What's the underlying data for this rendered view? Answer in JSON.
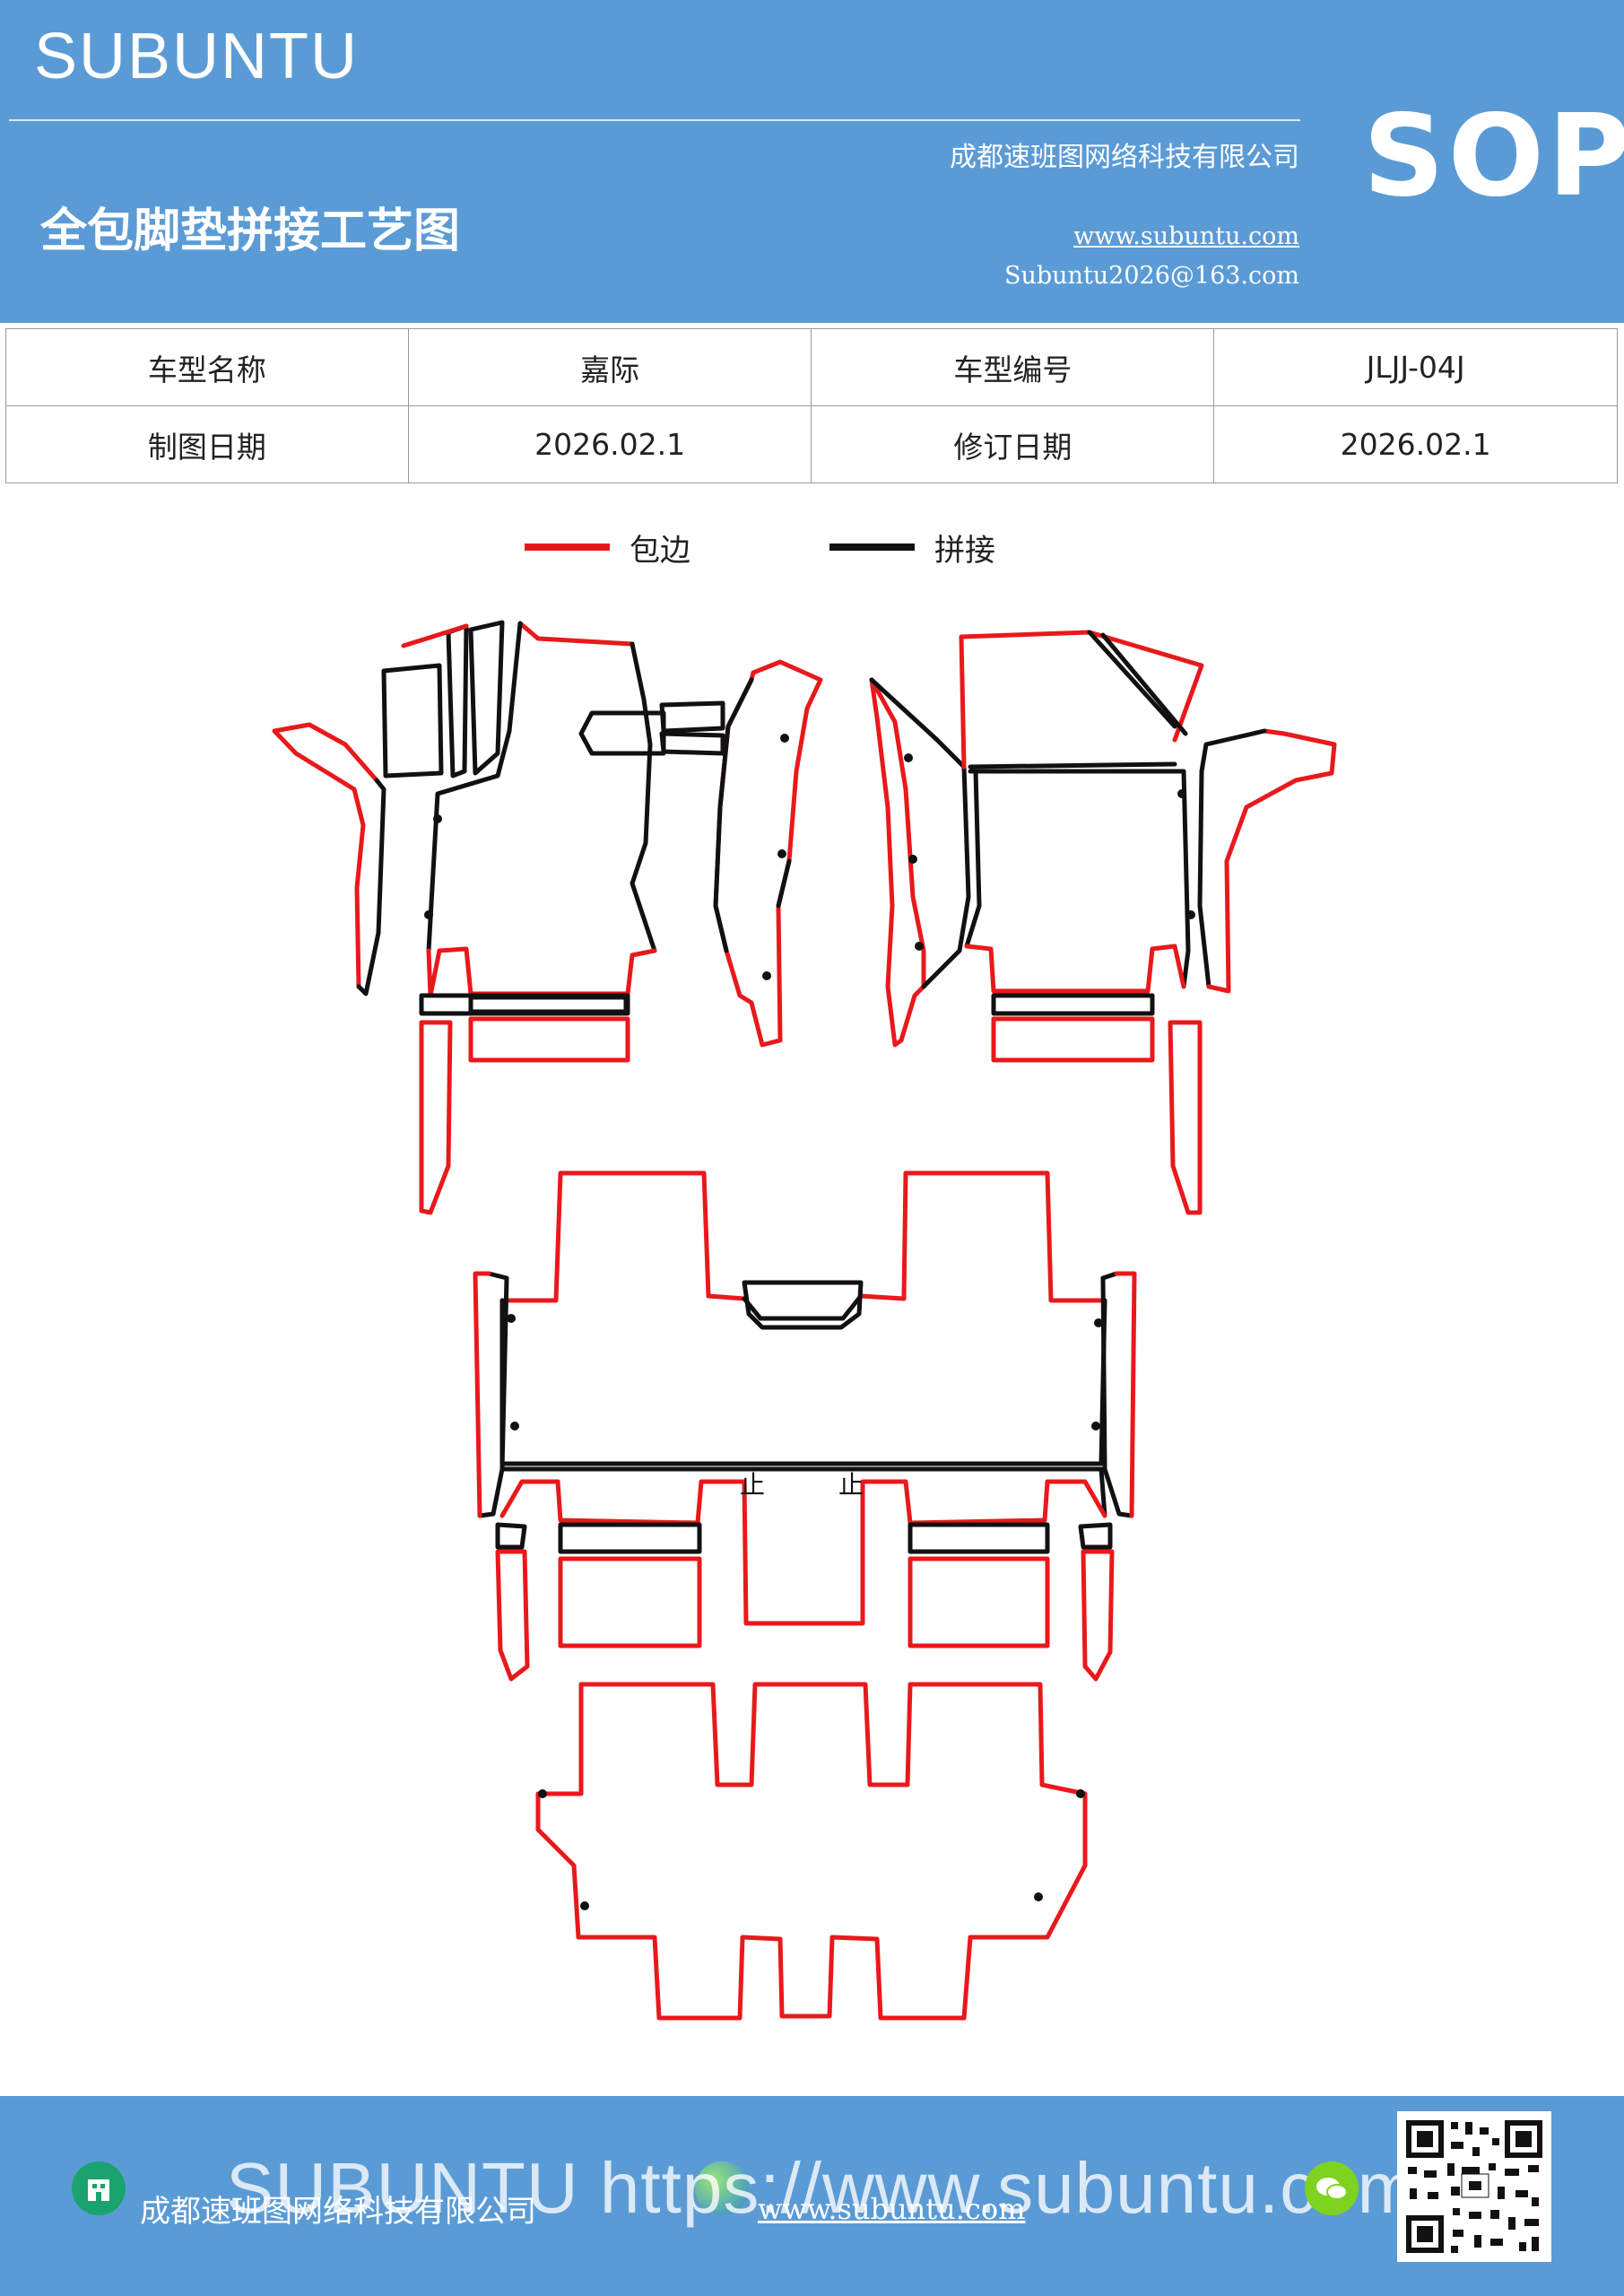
{
  "header": {
    "brand": "SUBUNTU",
    "company": "成都速班图网络科技有限公司",
    "title": "全包脚垫拼接工艺图",
    "website": "www.subuntu.com",
    "email": "Subuntu2026@163.com",
    "badge": "SOP"
  },
  "info_table": {
    "rows": [
      [
        {
          "label": "车型名称"
        },
        {
          "value": "嘉际"
        },
        {
          "label": "车型编号"
        },
        {
          "value": "JLJJ-04J"
        }
      ],
      [
        {
          "label": "制图日期"
        },
        {
          "value": "2026.02.1"
        },
        {
          "label": "修订日期"
        },
        {
          "value": "2026.02.1"
        }
      ]
    ],
    "r0": {
      "l1": "车型名称",
      "v1": "嘉际",
      "l2": "车型编号",
      "v2": "JLJJ-04J"
    },
    "r1": {
      "l1": "制图日期",
      "v1": "2026.02.1",
      "l2": "修订日期",
      "v2": "2026.02.1"
    }
  },
  "legend": {
    "binding": {
      "label": "包边",
      "color": "#e8191c"
    },
    "splice": {
      "label": "拼接",
      "color": "#111111"
    }
  },
  "diagram": {
    "marks": [
      "止",
      "止"
    ]
  },
  "footer": {
    "company": "成都速班图网络科技有限公司",
    "website": "www.subuntu.com",
    "overlay": "SUBUNTU https://www.subuntu.com",
    "icons": [
      "building-icon",
      "globe-icon",
      "wechat-icon",
      "qr-code-icon"
    ]
  },
  "colors": {
    "brand_blue": "#5b9bd5",
    "binding_red": "#e8191c",
    "splice_black": "#111111"
  }
}
